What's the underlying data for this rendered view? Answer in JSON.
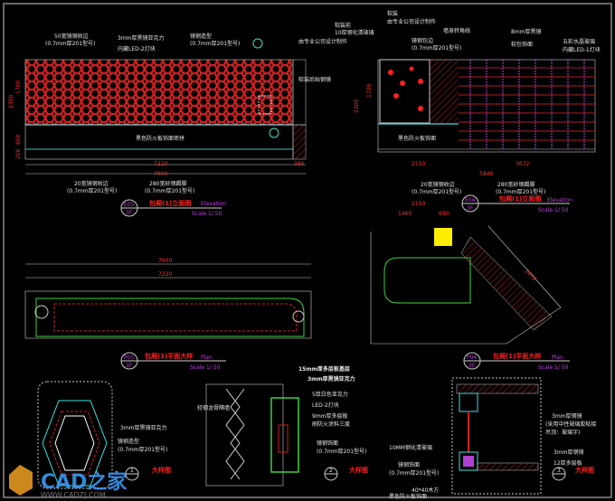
{
  "elev1": {
    "labels": [
      "50宽镜钢收边",
      "(0.7mm厚201型号)",
      "3mm厚黑镜亚克力",
      "内藏LED-2灯块",
      "镜钢造型",
      "(0.7mm厚201型号)",
      "黑色防火板饰面密拼",
      "20宽镜钢收边",
      "(0.7mm厚201型号)",
      "280宽砂钢踢脚",
      "(0.7mm厚201型号)"
    ],
    "dims": [
      "7220",
      "7600",
      "2300",
      "1700",
      "600",
      "200",
      "380"
    ],
    "title": "包厢(1)立面图",
    "sub": "Elevation",
    "scale": "Scale 1/ 50",
    "tag": "E05",
    "floor": "3F"
  },
  "elev2": {
    "labels": [
      "软装前",
      "10厚钢化清玻璃",
      "软装",
      "由专业公司设计制作",
      "由专业公司设计制作",
      "镜钢包边",
      "(0.7mm厚201型号)",
      "墙身转角线",
      "8mm厚黑镜",
      "软包饰面",
      "五彩水晶玻璃",
      "内藏LED-1灯块",
      "软装后贴钢镜",
      "黑色防火板饰面",
      "20宽镜钢收边",
      "(0.7mm厚201型号)",
      "280宽砂钢踢脚",
      "(0.7mm厚201型号)"
    ],
    "dims": [
      "2150",
      "3672",
      "5846",
      "2300",
      "1700"
    ],
    "title": "包厢(1)立面图",
    "sub": "Elevation",
    "scale": "Scale 1/ 50",
    "tag": "E04",
    "floor": "3F"
  },
  "plan1": {
    "dims": [
      "7600",
      "7220"
    ],
    "title": "包厢(1)平面大样",
    "sub": "Plan",
    "scale": "Scale 1/ 50",
    "tag": "P05",
    "floor": "3F"
  },
  "plan2": {
    "dims": [
      "2150",
      "1460",
      "690",
      "2472"
    ],
    "title": "包厢(1)平面大样",
    "sub": "Plan",
    "scale": "Scale 1/ 50",
    "tag": "P04",
    "floor": "3F"
  },
  "detail1": {
    "labels": [
      "3mm厚黑镜亚克力",
      "镜钢造型",
      "(0.7mm厚201型号)"
    ],
    "title": "大样图",
    "num": "1"
  },
  "detail2": {
    "labels": [
      "轻钢龙骨隔墙",
      "15mm厚多层板基层",
      "3mm厚黑镜亚克力",
      "5厚白色亚克力",
      "LED-2灯块",
      "9mm厚多层板",
      "刷防火涂料三度",
      "镜钢饰面",
      "(0.7mm厚201型号)"
    ],
    "title": "大样图",
    "num": "2"
  },
  "detail3": {
    "labels": [
      "10MM钢化清玻璃",
      "镜钢饰面",
      "(0.7mm厚201型号)",
      "40*40木方",
      "黑色防火板饰面",
      "3mm厚钢镜",
      "(采用中性玻璃胶粘接",
      "吊顶：玻璃字)",
      "3mm厚钢镜",
      "12厚多层板"
    ],
    "title": "大样图",
    "num": "3"
  },
  "watermark": {
    "brand": "CAD之家",
    "url": "WWW.CADZJ.COM"
  }
}
